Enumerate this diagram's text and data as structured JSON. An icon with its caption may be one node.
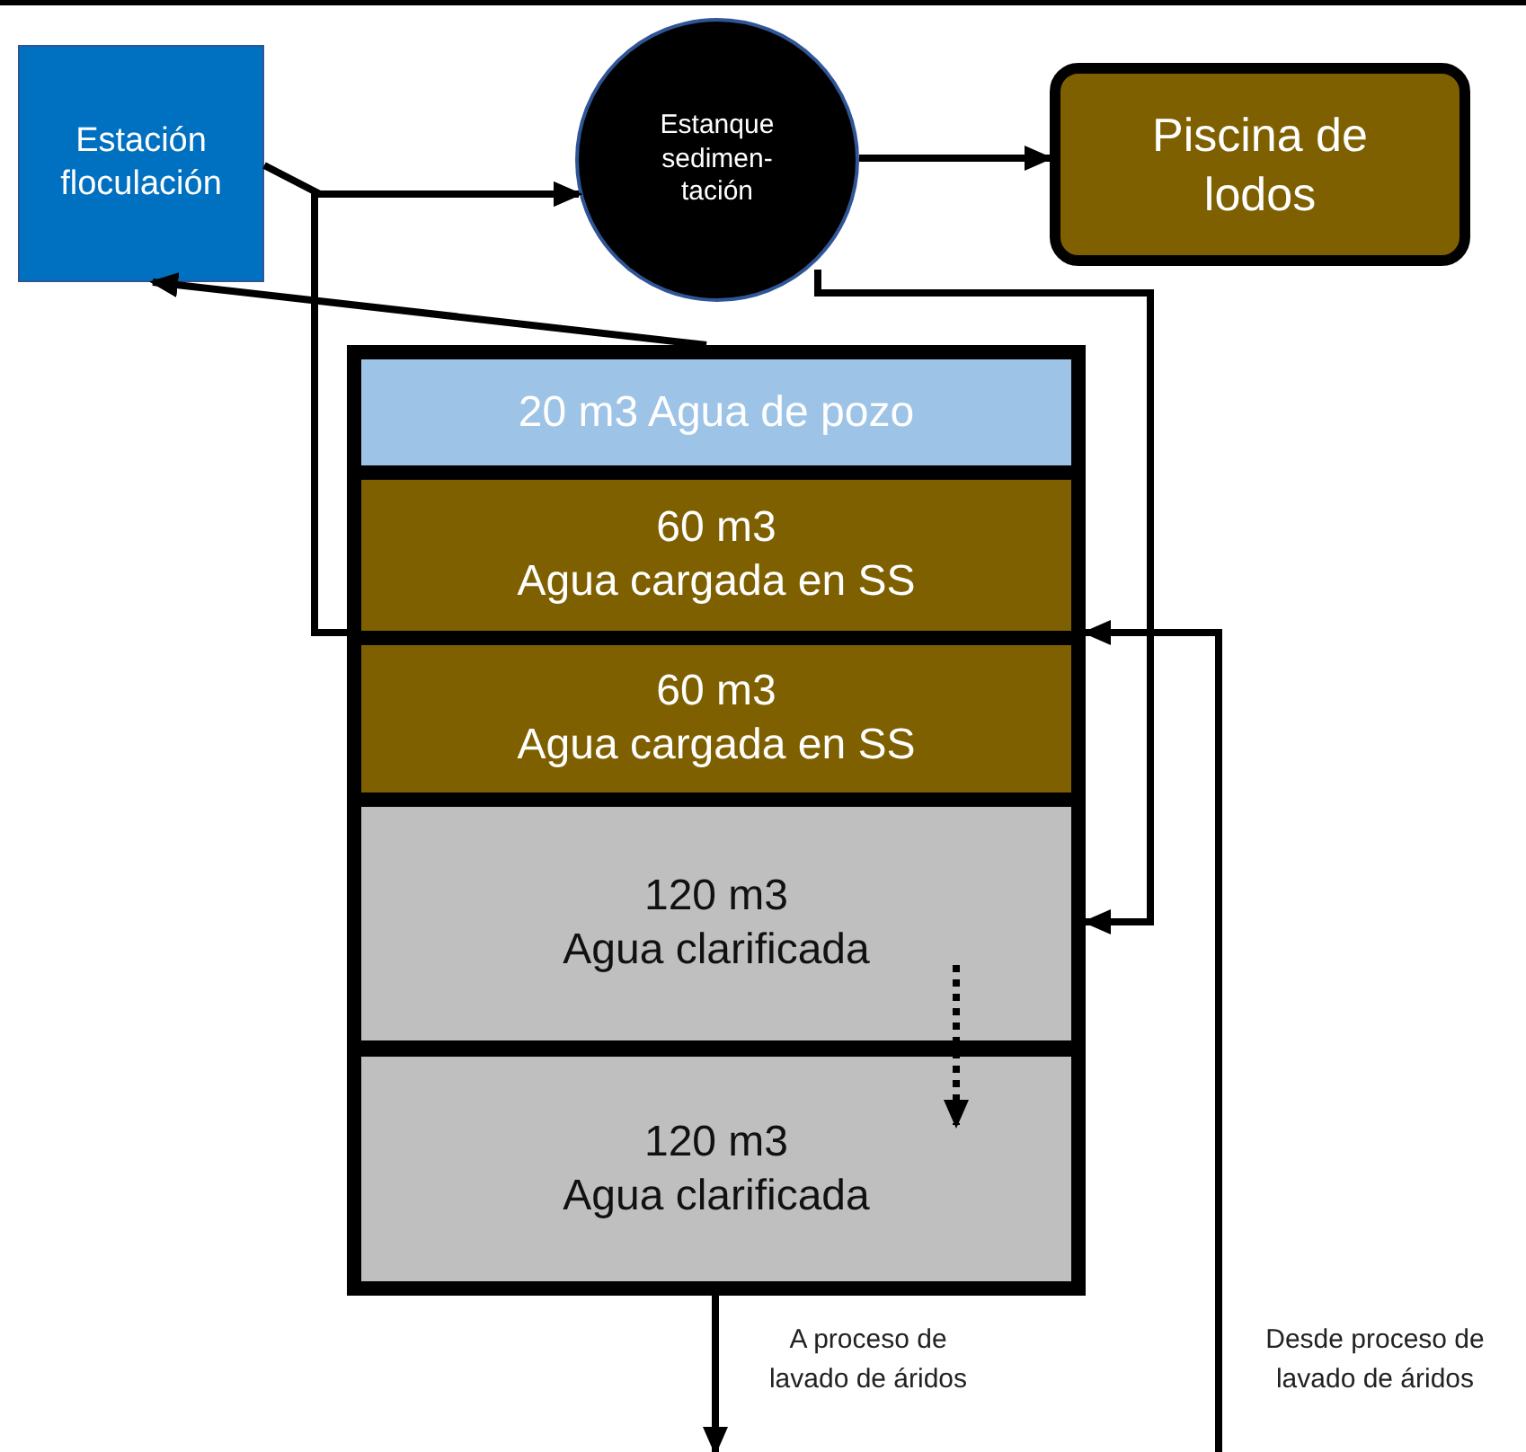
{
  "diagram": {
    "nodes": [
      {
        "text": [
          "Estación floculación"
        ]
      },
      {
        "text": [
          "Estanque sedimen- tación"
        ]
      },
      {
        "text": [
          "Piscina de lodos"
        ]
      },
      {
        "text": [],
        "shape": "box"
      },
      {
        "text": [
          "20 m3 Agua de pozo"
        ],
        "in": 3
      },
      {
        "text": [
          "60 m3",
          "Agua cargada en SS"
        ],
        "in": 3
      },
      {
        "text": [
          "60 m3",
          "Agua cargada en SS"
        ],
        "in": 3
      },
      {
        "text": [
          "120 m3",
          "Agua clarificada"
        ],
        "in": 3
      },
      {
        "text": [
          "120 m3",
          "Agua clarificada"
        ],
        "in": 3
      }
    ],
    "edges": [
      {
        "from": 0,
        "to": 1,
        "arrow": "to"
      },
      {
        "from": 5,
        "to": 1,
        "arrow": "to"
      },
      {
        "from": 1,
        "to": 2,
        "arrow": "to"
      },
      {
        "from": 3,
        "to": 0,
        "arrow": "to"
      },
      {
        "from": 1,
        "to": 7,
        "arrow": "to"
      },
      {
        "from": 7,
        "to": 8,
        "arrow": "to",
        "style": "dashed"
      },
      {
        "from": 3,
        "to": null,
        "arrow": "to",
        "label": "A proceso de lavado de áridos"
      },
      {
        "from": null,
        "to": 5,
        "arrow": "to",
        "label": "Desde proceso de lavado de áridos"
      }
    ]
  }
}
